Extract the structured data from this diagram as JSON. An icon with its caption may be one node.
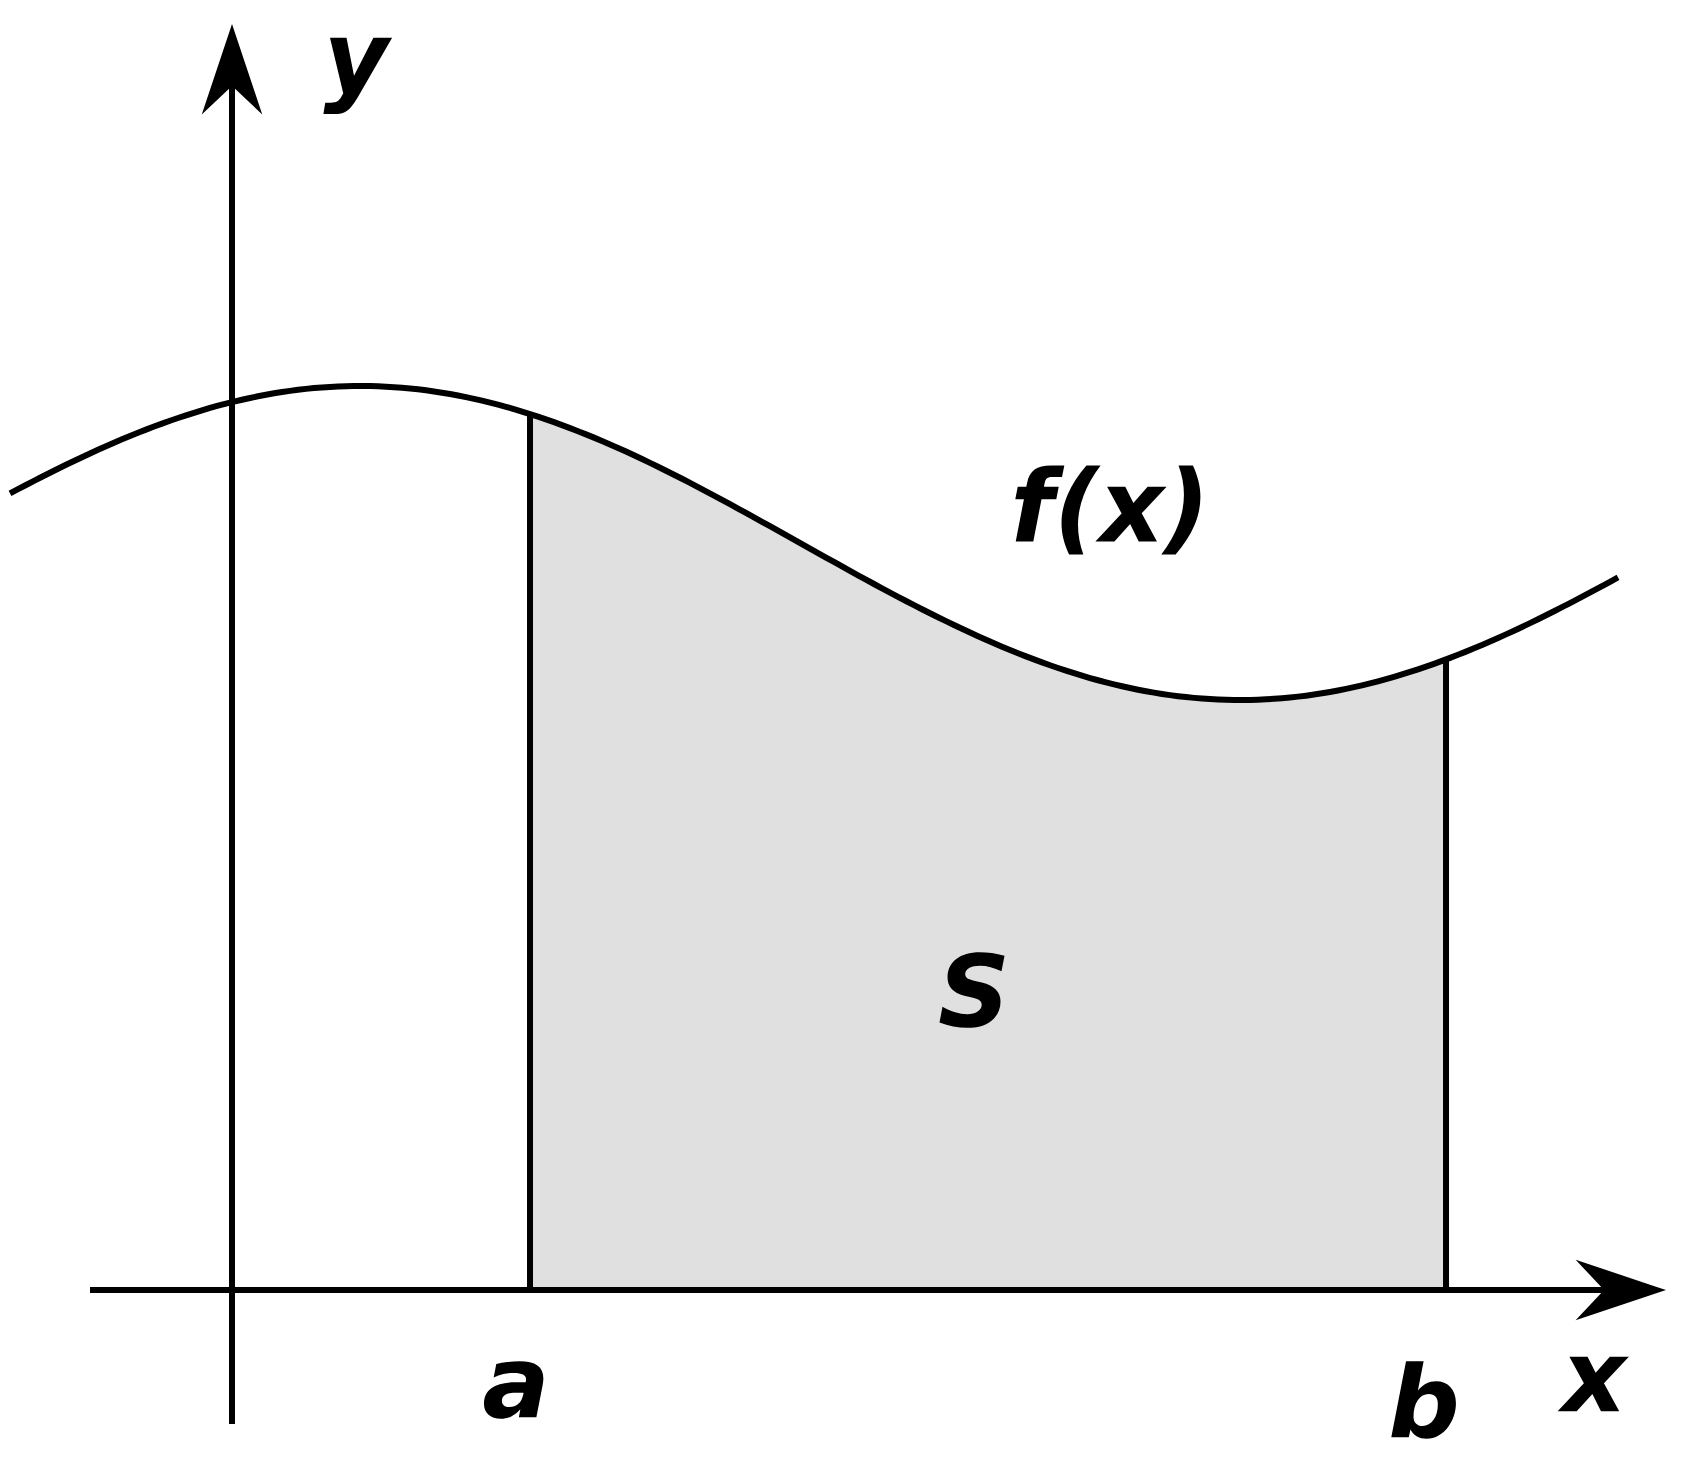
{
  "diagram": {
    "labels": [
      "y",
      "f(x)",
      "S",
      "a",
      "b",
      "x"
    ]
  }
}
